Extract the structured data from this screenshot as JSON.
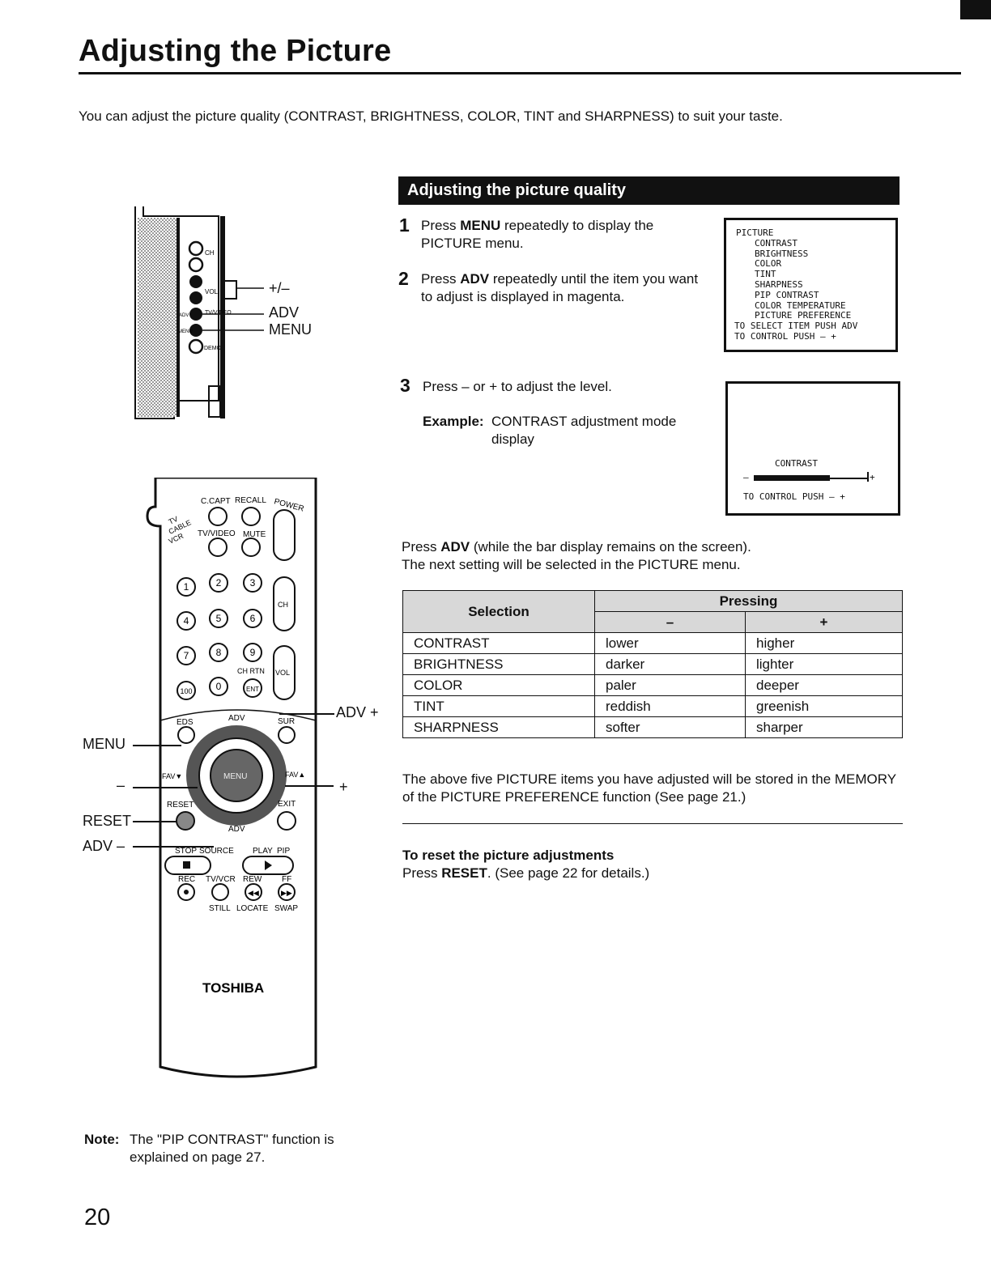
{
  "page": {
    "title": "Adjusting the Picture",
    "intro": "You can adjust the picture quality (CONTRAST, BRIGHTNESS, COLOR, TINT and SHARPNESS) to suit your taste.",
    "page_number": "20"
  },
  "section": {
    "heading": "Adjusting the picture quality",
    "steps": [
      {
        "num": "1",
        "pre": "Press ",
        "bold": "MENU",
        "post": " repeatedly to display the PICTURE menu."
      },
      {
        "num": "2",
        "pre": "Press ",
        "bold": "ADV",
        "post": " repeatedly until the item you want to adjust is displayed in magenta."
      },
      {
        "num": "3",
        "text": "Press – or + to adjust the level."
      }
    ],
    "example_label": "Example:",
    "example_text": "CONTRAST adjustment mode display",
    "adv_note_pre": "Press ",
    "adv_note_bold": "ADV",
    "adv_note_post": " (while the bar display remains on the screen).",
    "adv_note_line2": "The next setting will be selected in the PICTURE menu."
  },
  "osd_menu": {
    "lines": [
      "PICTURE",
      "CONTRAST",
      "BRIGHTNESS",
      "COLOR",
      "TINT",
      "SHARPNESS",
      "PIP CONTRAST",
      "COLOR TEMPERATURE",
      "PICTURE PREFERENCE",
      "TO SELECT ITEM PUSH ADV",
      "TO CONTROL PUSH – +"
    ]
  },
  "osd_contrast": {
    "label": "CONTRAST",
    "minus": "–",
    "plus": "+",
    "footer": "TO CONTROL PUSH – +",
    "level": 0.67
  },
  "table": {
    "header_selection": "Selection",
    "header_pressing": "Pressing",
    "header_minus": "–",
    "header_plus": "+",
    "rows": [
      [
        "CONTRAST",
        "lower",
        "higher"
      ],
      [
        "BRIGHTNESS",
        "darker",
        "lighter"
      ],
      [
        "COLOR",
        "paler",
        "deeper"
      ],
      [
        "TINT",
        "reddish",
        "greenish"
      ],
      [
        "SHARPNESS",
        "softer",
        "sharper"
      ]
    ]
  },
  "memory_note": "The above five PICTURE items you have adjusted will be stored in the MEMORY of the PICTURE PREFERENCE function (See page 21.)",
  "reset": {
    "heading": "To reset the picture adjustments",
    "pre": "Press ",
    "bold": "RESET",
    "post": ". (See page 22 for details.)"
  },
  "note": {
    "label": "Note:",
    "text": "The \"PIP CONTRAST\" function is explained on page 27."
  },
  "tv_panel": {
    "callouts": [
      "+/–",
      "ADV",
      "MENU"
    ],
    "labels": [
      "CH",
      "VOL",
      "TV/VIDEO",
      "ADV",
      "MENU",
      "DEMO"
    ]
  },
  "remote": {
    "brand": "TOSHIBA",
    "callouts": {
      "adv_plus": "ADV +",
      "menu": "MENU",
      "minus": "–",
      "plus": "+",
      "reset": "RESET",
      "adv_minus": "ADV –"
    },
    "labels": {
      "ccapt": "C.CAPT",
      "recall": "RECALL",
      "power": "POWER",
      "tv": "TV",
      "cable": "CABLE",
      "vcr": "VCR",
      "tvvideo": "TV/VIDEO",
      "mute": "MUTE",
      "ch": "CH",
      "chrtn": "CH RTN",
      "vol": "VOL",
      "ent": "ENT",
      "eds": "EDS",
      "adv_top": "ADV",
      "sur": "SUR",
      "fav_down": "FAV▼",
      "fav_up": "FAV▲",
      "menu_center": "MENU",
      "reset": "RESET",
      "exit": "EXIT",
      "adv_bottom": "ADV",
      "stop": "STOP",
      "source": "SOURCE",
      "play": "PLAY",
      "pip": "PIP",
      "rec": "REC",
      "tvvcr": "TV/VCR",
      "rew": "REW",
      "ff": "FF",
      "still": "STILL",
      "locate": "LOCATE",
      "swap": "SWAP",
      "digits": [
        "1",
        "2",
        "3",
        "4",
        "5",
        "6",
        "7",
        "8",
        "9",
        "100",
        "0"
      ]
    }
  }
}
